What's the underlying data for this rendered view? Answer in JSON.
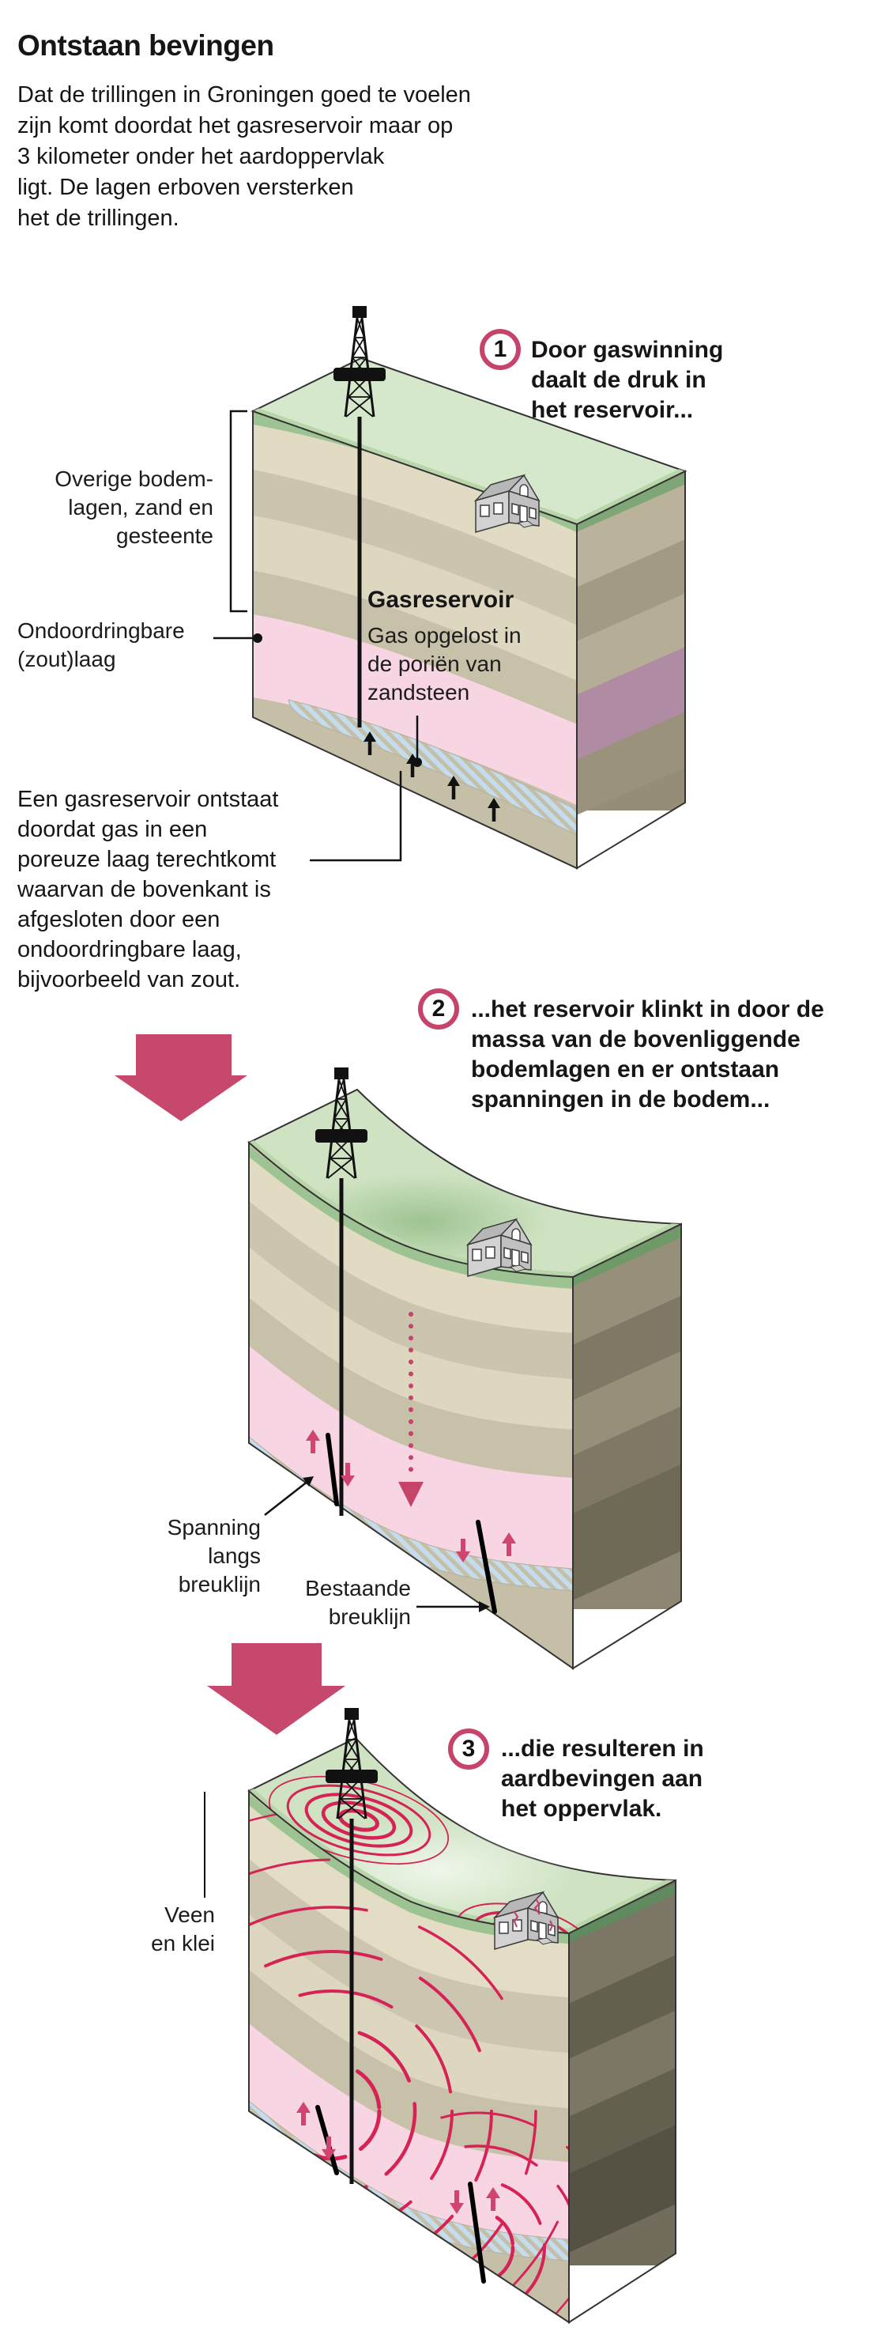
{
  "infographic": {
    "title": "Ontstaan bevingen",
    "intro": "Dat de trillingen in Groningen goed te voelen\nzijn komt doordat het gasreservoir maar op\n3 kilometer onder het aardoppervlak\nligt. De lagen erboven versterken\nhet de trillingen."
  },
  "steps": [
    {
      "number": "1",
      "text": "Door gaswinning\ndaalt de druk in\nhet reservoir..."
    },
    {
      "number": "2",
      "text": "...het reservoir klinkt in door de\nmassa van de bovenliggende\nbodemlagen en er ontstaan\nspanningen in de bodem..."
    },
    {
      "number": "3",
      "text": "...die resulteren in\naardbevingen aan\nhet oppervlak."
    }
  ],
  "diagram_labels": {
    "upper_layers": "Overige bodem-\nlagen, zand en\ngesteente",
    "impermeable_layer": "Ondoordringbare\n(zout)laag",
    "gas_reservoir_title": "Gasreservoir",
    "gas_reservoir_subtitle": "Gas opgelost in\nde poriën van\nzandsteen",
    "reservoir_note": "Een gasreservoir ontstaat\ndoordat gas in een\nporeuze laag terechtkomt\nwaarvan de bovenkant is\nafgesloten door een\nondoordringbare laag,\nbijvoorbeeld van zout.",
    "stress_fault": "Spanning\nlangs\nbreuklijn",
    "existing_fault": "Bestaande\nbreuklijn",
    "peat_clay": "Veen\nen klei"
  },
  "icons": {
    "derrick": "drilling-derrick",
    "house": "house",
    "big_down_arrow": "section-transition-arrow",
    "gas_flow_arrow": "black-up-arrow",
    "fault_motion_arrows": "crimson-up-down-arrows",
    "seismic_waves": "crimson-wave-arcs"
  },
  "colors": {
    "accent_crimson": "#c6436a",
    "wave_red": "#d62355",
    "surface_green": "#d5e7ca",
    "surface_edge_green": "#9dc392",
    "layer_beige": "#e1dbc4",
    "layer_tan": "#cbc4ae",
    "impermeable_pink": "#f8d5e3",
    "reservoir_hatch_blue": "#c3dcee",
    "side_face_olive": "#b3ab93",
    "side_mauve": "#b08ca4",
    "outline": "#111111"
  }
}
